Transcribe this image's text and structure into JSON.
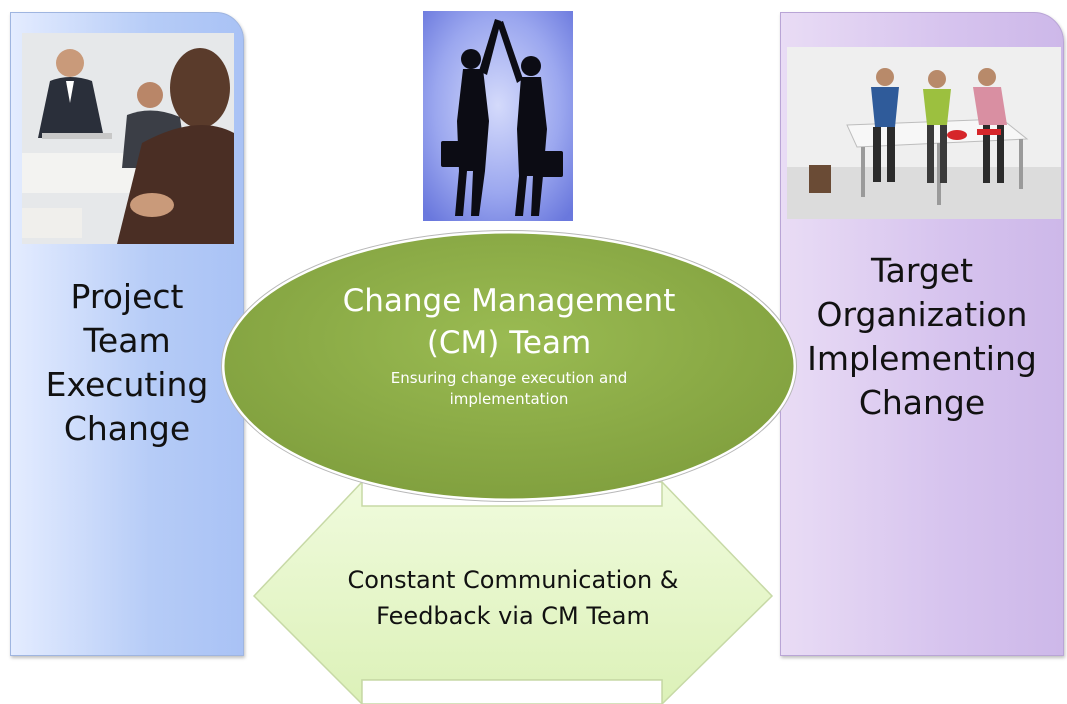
{
  "left_panel": {
    "lines": [
      "Project",
      "Team",
      "Executing",
      "Change"
    ]
  },
  "right_panel": {
    "lines": [
      "Target",
      "Organization",
      "Implementing",
      "Change"
    ]
  },
  "center": {
    "title_lines": [
      "Change Management",
      "(CM) Team"
    ],
    "subtitle": "Ensuring change execution and implementation"
  },
  "arrow": {
    "lines": [
      "Constant Communication &",
      "Feedback via CM Team"
    ]
  },
  "colors": {
    "ellipse_fill": "#8fad4a",
    "arrow_fill": "#e8f7cf",
    "left_panel": "#b6ccf7",
    "right_panel": "#d6c3ee"
  },
  "images": {
    "left": "business-meeting-photo",
    "center": "high-five-silhouette-photo",
    "right": "team-at-table-photo"
  }
}
